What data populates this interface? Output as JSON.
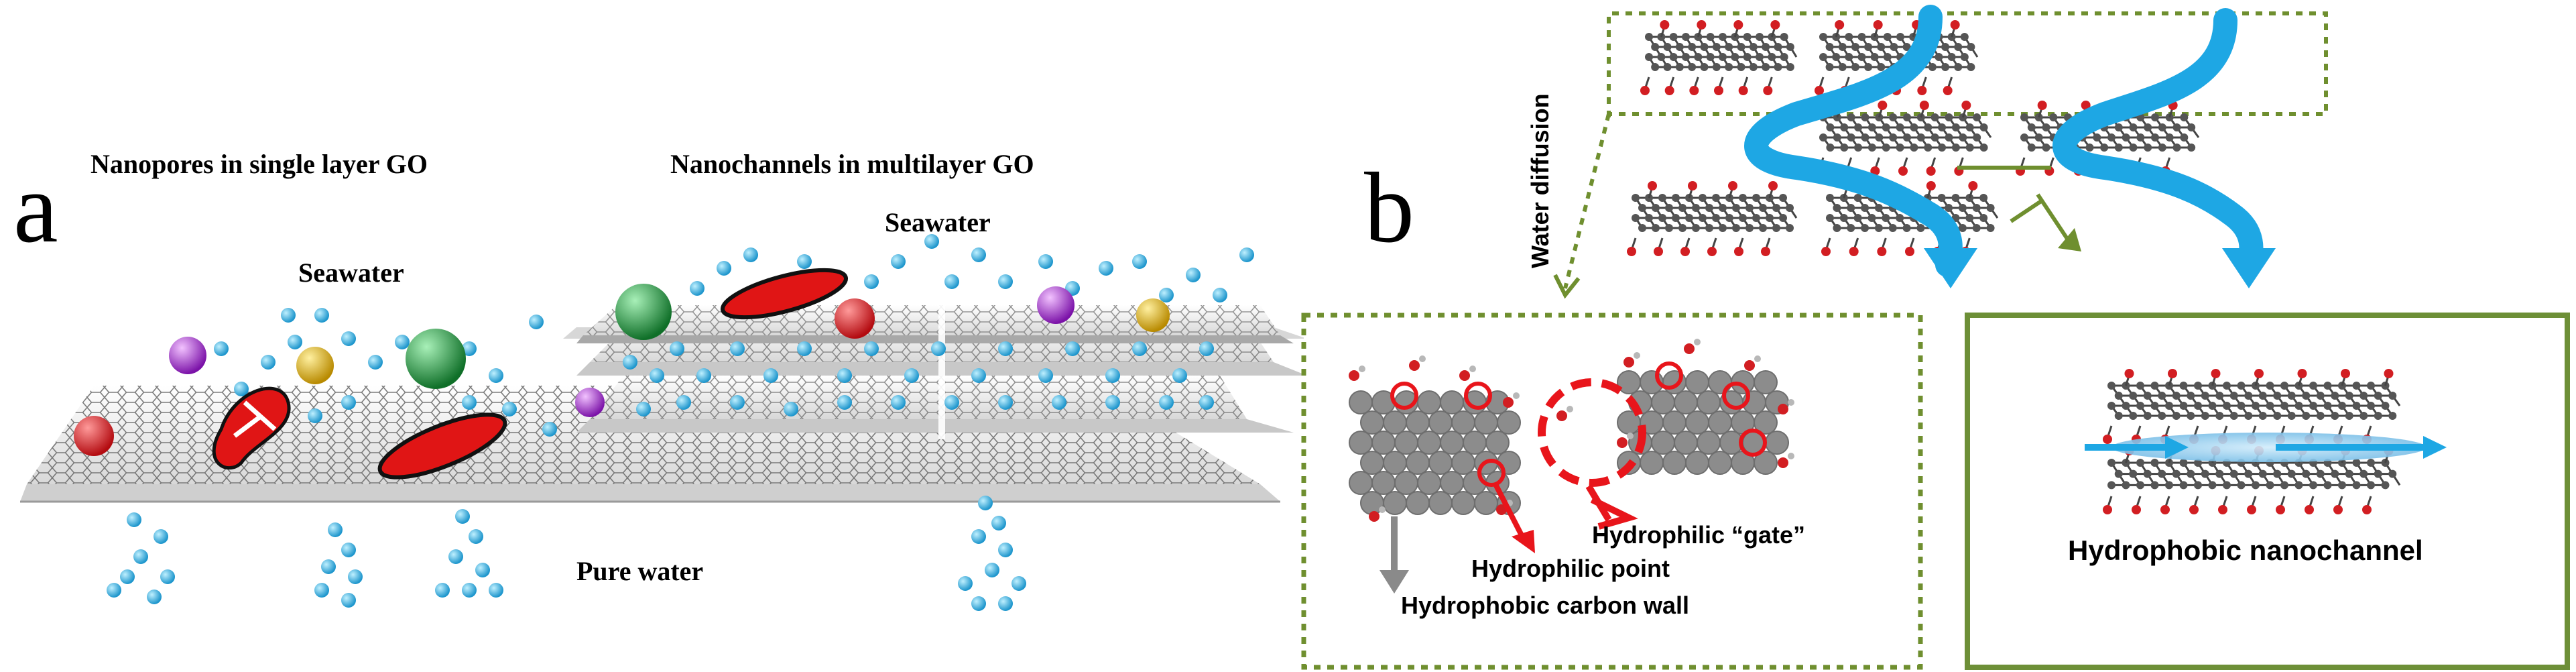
{
  "panel_a": {
    "letter": "a",
    "title_left": "Nanopores in single layer GO",
    "title_right": "Nanochannels in multilayer GO",
    "seawater_left": "Seawater",
    "seawater_right": "Seawater",
    "pure_water": "Pure water"
  },
  "panel_b": {
    "letter": "b",
    "water_diffusion": "Water diffusion",
    "hydrophilic_gate": "Hydrophilic “gate”",
    "hydrophilic_point": "Hydrophilic point",
    "hydrophobic_wall": "Hydrophobic carbon wall",
    "hydrophobic_nanochannel": "Hydrophobic nanochannel"
  },
  "colors": {
    "water": "#29a9df",
    "flow_arrow": "#1ea7e4",
    "dashed_frame": "#6f8f2f",
    "solid_frame": "#6d8f37",
    "marker": "#e8151b",
    "ion_red": "#d8141a",
    "ion_green": "#1d9a3c",
    "ion_purple": "#a22ad0",
    "ion_yellow": "#e0b00c",
    "carbon": "#6a6a6a",
    "oxygen": "#d21e22"
  }
}
